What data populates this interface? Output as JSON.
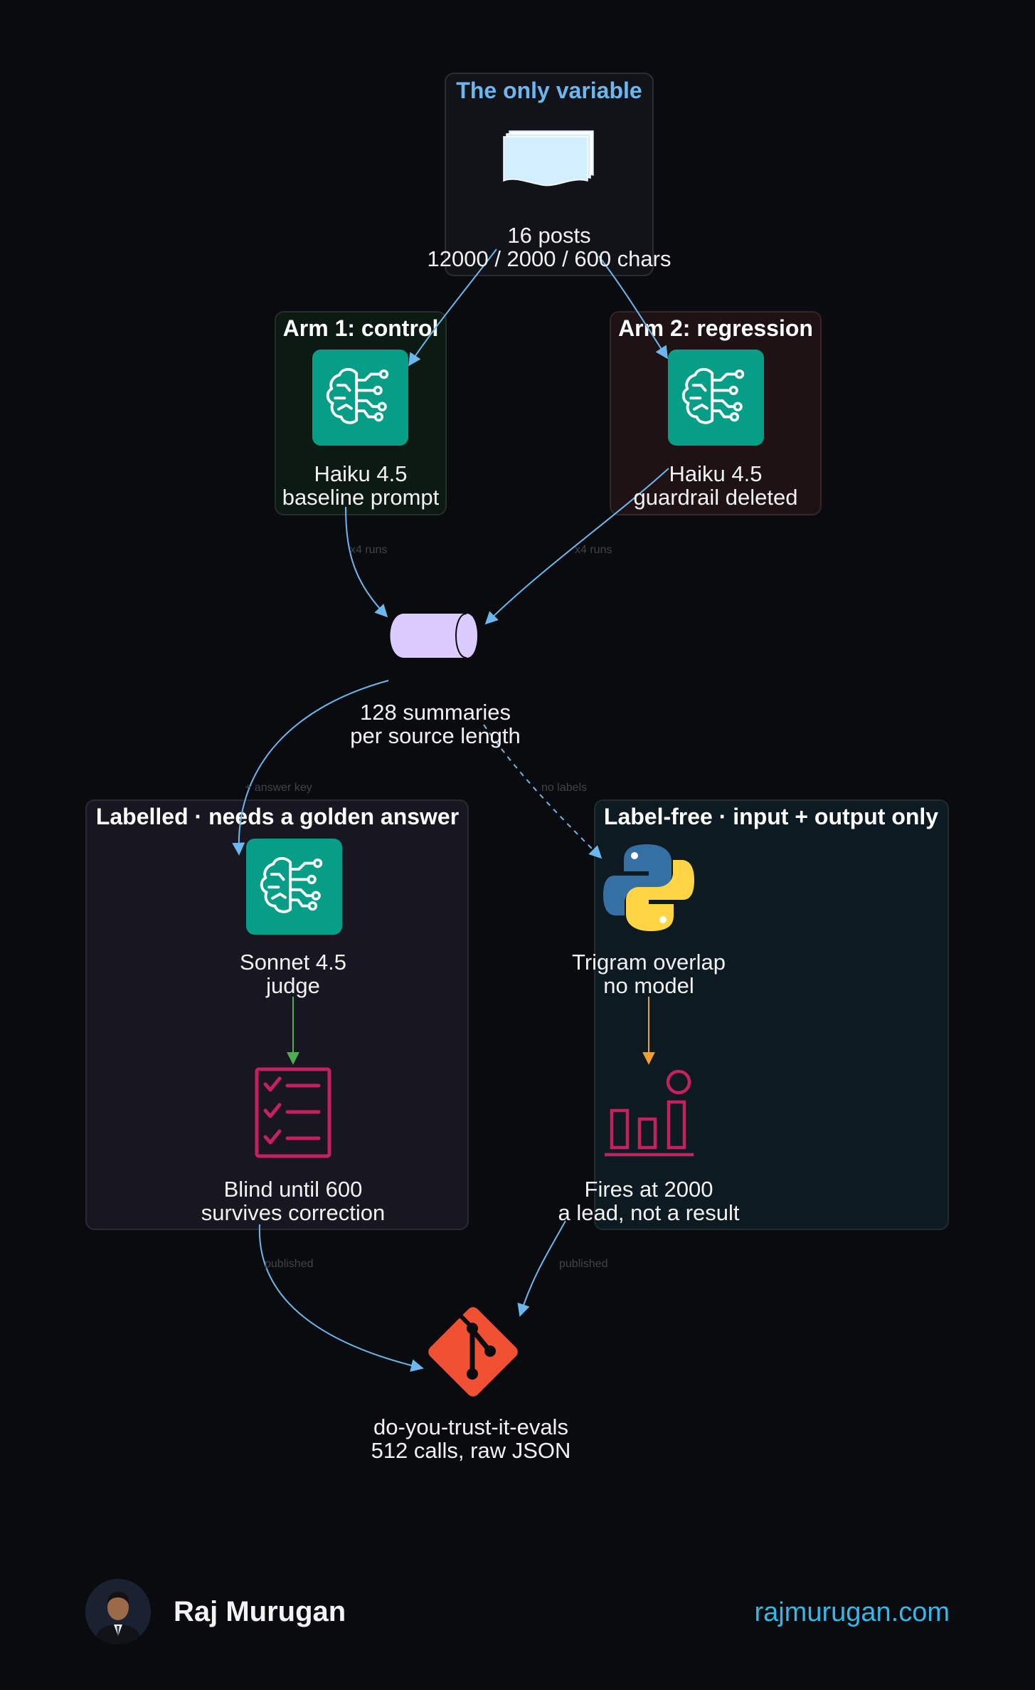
{
  "clusters": {
    "variable": "The only variable",
    "arm1": "Arm 1: control",
    "arm2": "Arm 2: regression",
    "labelled": "Labelled · needs a golden answer",
    "labelfree": "Label-free · input + output only"
  },
  "nodes": {
    "posts": [
      "16 posts",
      "12000 / 2000 / 600 chars"
    ],
    "haiku_control": [
      "Haiku 4.5",
      "baseline prompt"
    ],
    "haiku_regression": [
      "Haiku 4.5",
      "guardrail deleted"
    ],
    "summaries": [
      "128 summaries",
      "per source length"
    ],
    "sonnet": [
      "Sonnet 4.5",
      "judge"
    ],
    "trigram": [
      "Trigram overlap",
      "no model"
    ],
    "blind": [
      "Blind until 600",
      "survives correction"
    ],
    "fires": [
      "Fires at 2000",
      "a lead, not a result"
    ],
    "repo": [
      "do-you-trust-it-evals",
      "512 calls, raw JSON"
    ]
  },
  "edges": {
    "x4_left": "x4 runs",
    "x4_right": "x4 runs",
    "answer_key": "+ answer key",
    "no_labels": "no labels",
    "published_left": "published",
    "published_right": "published"
  },
  "footer": {
    "name": "Raj Murugan",
    "site": "rajmurugan.com"
  },
  "colors": {
    "background": "#0a0b0e",
    "edge": "#6cb8ee",
    "bedrock": "#079e87",
    "checklist": "#c5215f",
    "git": "#f05133",
    "python_blue": "#3570a5",
    "python_yellow": "#ffd545",
    "judge_arrow": "#4caf50",
    "metric_arrow": "#f0a030"
  },
  "icons": {
    "posts": "documents-icon",
    "haiku_control": "bedrock-brain-icon",
    "haiku_regression": "bedrock-brain-icon",
    "summaries": "database-cylinder-icon",
    "sonnet": "bedrock-brain-icon",
    "trigram": "python-logo-icon",
    "blind": "checklist-icon",
    "fires": "bar-chart-icon",
    "repo": "git-logo-icon"
  }
}
